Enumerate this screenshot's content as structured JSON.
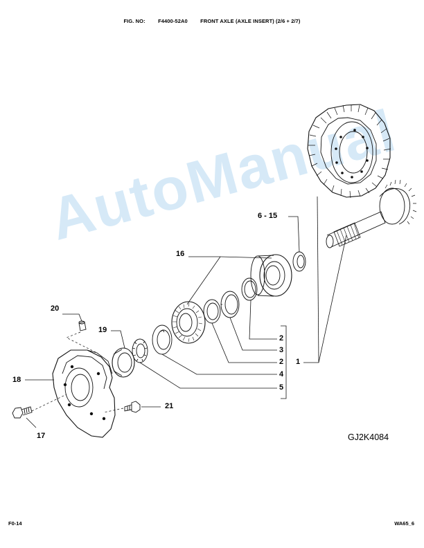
{
  "header": {
    "fig_label": "FIG. NO:",
    "fig_no": "F4400-52A0",
    "title": "FRONT AXLE (AXLE INSERT) (2/6 + 2/7)"
  },
  "footer": {
    "left": "F0-14",
    "right": "WA65_6"
  },
  "drawing_code": "GJ2K4084",
  "watermark": "AutoManual",
  "callouts": {
    "c6_15": "6 - 15",
    "c16": "16",
    "c20": "20",
    "c19": "19",
    "c18": "18",
    "c17": "17",
    "c21": "21",
    "c2a": "2",
    "c3": "3",
    "c2b": "2",
    "c1": "1",
    "c4": "4",
    "c5": "5"
  }
}
